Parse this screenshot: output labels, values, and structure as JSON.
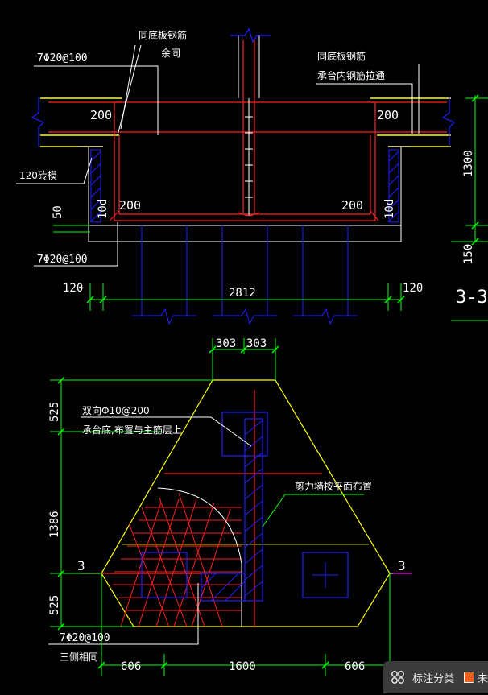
{
  "section": {
    "note_left": "同底板钢筋",
    "note_left2": "余同",
    "rebar_top_left": "7Φ20@100",
    "note_right": "同底板钢筋",
    "note_right2": "承台内钢筋拉通",
    "dim_200_tl": "200",
    "dim_200_tr": "200",
    "dim_200_bl": "200",
    "dim_200_br": "200",
    "label_brick": "120砖模",
    "label_10d_left": "10d",
    "label_10d_right": "10d",
    "dim_50": "50",
    "rebar_bottom_left": "7Φ20@100",
    "dim_120_left": "120",
    "dim_2812": "2812",
    "dim_120_right": "120",
    "dim_1300": "1300",
    "dim_150": "150",
    "section_mark": "3-3"
  },
  "plan": {
    "dim_303_a": "303",
    "dim_303_b": "303",
    "dim_525_top": "525",
    "dim_1386": "1386",
    "dim_525_bottom": "525",
    "note_mesh": "双向Φ10@200",
    "note_mesh2": "承台底,布置与主筋层上",
    "note_wall": "剪力墙按平面布置",
    "cut_left": "3",
    "cut_right": "3",
    "rebar_note": "7Φ20@100",
    "rebar_note2": "三侧相同",
    "dim_606_left": "606",
    "dim_1600": "1600",
    "dim_606_right": "606"
  },
  "statusbar": {
    "label": "标注分类",
    "more": "未"
  },
  "colors": {
    "yellow": "#ffff00",
    "red": "#ff2020",
    "blue": "#2020ff",
    "green": "#00ff00",
    "cyan": "#00ffff",
    "magenta": "#ff00ff",
    "white": "#ffffff"
  }
}
